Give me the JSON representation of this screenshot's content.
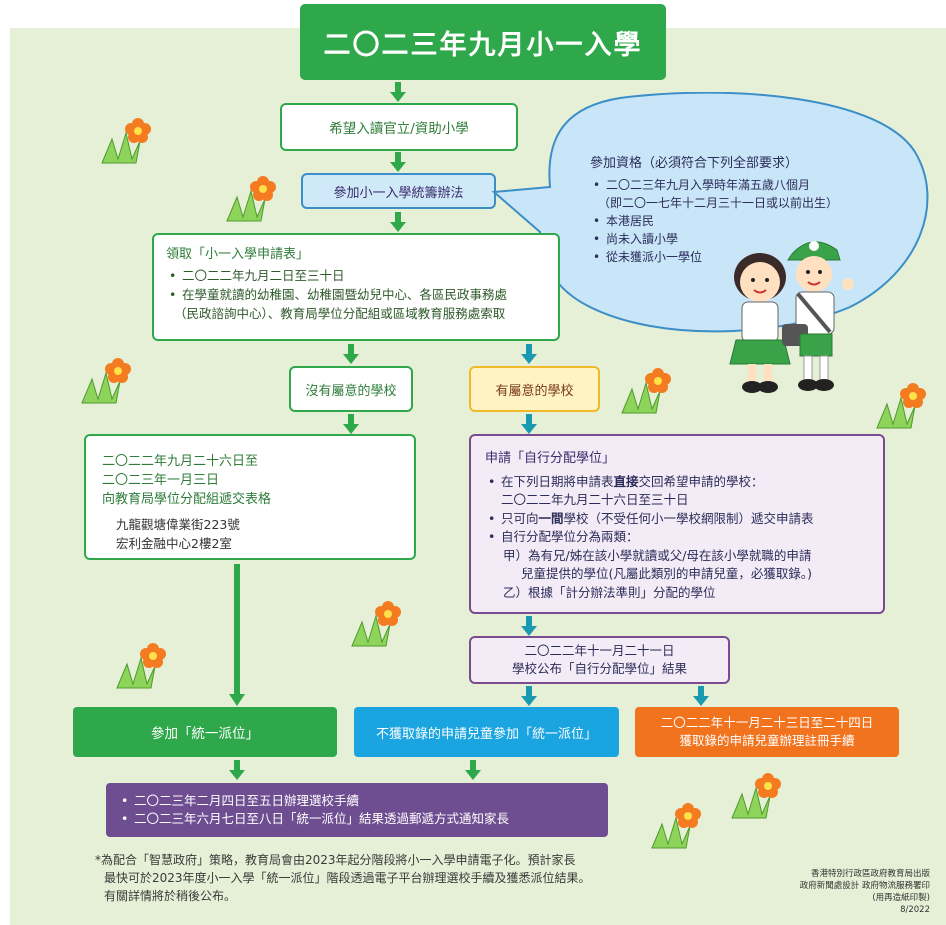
{
  "title": "二〇二三年九月小一入學",
  "step_hope": "希望入讀官立/資助小學",
  "step_join": "參加小一入學統籌辦法",
  "eligibility": {
    "title": "參加資格（必須符合下列全部要求）",
    "items": [
      "二〇二三年九月入學時年滿五歲八個月",
      "本港居民",
      "尚未入讀小學",
      "從未獲派小一學位"
    ],
    "item1_note": "（即二〇一七年十二月三十一日或以前出生）"
  },
  "form": {
    "title": "領取「小一入學申請表」",
    "items": [
      "二〇二二年九月二日至三十日",
      "在學童就讀的幼稚園、幼稚園暨幼兒中心、各區民政事務處",
      "（民政諮詢中心）、教育局學位分配組或區域教育服務處索取"
    ]
  },
  "no_school": "沒有屬意的學校",
  "has_school": "有屬意的學校",
  "submit": {
    "line1": "二〇二二年九月二十六日至",
    "line2": "二〇二三年一月三日",
    "line3": "向教育局學位分配組遞交表格",
    "addr1": "九龍觀塘偉業街223號",
    "addr2": "宏利金融中心2樓2室"
  },
  "dp": {
    "title": "申請「自行分配學位」",
    "i1a": "在下列日期將申請表",
    "i1b": "直接",
    "i1c": "交回希望申請的學校：",
    "i1d": "二〇二二年九月二十六日至三十日",
    "i2a": "只可向",
    "i2b": "一間",
    "i2c": "學校（不受任何小一學校網限制）遞交申請表",
    "i3": "自行分配學位分為兩類：",
    "sub_a1": "甲）為有兄/姊在該小學就讀或父/母在該小學就職的申請",
    "sub_a2": "兒童提供的學位(凡屬此類別的申請兒童，必獲取錄。)",
    "sub_b": "乙）根據「計分辦法準則」分配的學位"
  },
  "result": {
    "line1": "二〇二二年十一月二十一日",
    "line2": "學校公布「自行分配學位」結果"
  },
  "cp": "參加「統一派位」",
  "not_admitted": "不獲取錄的申請兒童參加「統一派位」",
  "admitted": {
    "line1": "二〇二二年十一月二十三日至二十四日",
    "line2": "獲取錄的申請兒童辦理註冊手續"
  },
  "final": {
    "items": [
      "二〇二三年二月四日至五日辦理選校手續",
      "二〇二三年六月七日至八日「統一派位」結果透過郵遞方式通知家長"
    ]
  },
  "footnote": {
    "line1": "*為配合「智慧政府」策略，教育局會由2023年起分階段將小一入學申請電子化。預計家長",
    "line2": "最快可於2023年度小一入學「統一派位」階段透過電子平台辦理選校手續及獲悉派位結果。",
    "line3": "有關詳情將於稍後公布。"
  },
  "credits": {
    "line1": "香港特別行政區政府教育局出版",
    "line2": "政府新聞處設計 政府物流服務署印",
    "line3": "(用再造紙印製)",
    "line4": "8/2022"
  },
  "icons": [
    "flower-grass-icon",
    "children-illustration",
    "arrow-down-icon"
  ],
  "colors": {
    "green": "#2ea84a",
    "blue": "#3b8ec7",
    "yellow": "#f0b92b",
    "purple": "#6e4e91",
    "cyan": "#1aa4e0",
    "orange": "#f2731d",
    "background": "#e6f0d6"
  }
}
